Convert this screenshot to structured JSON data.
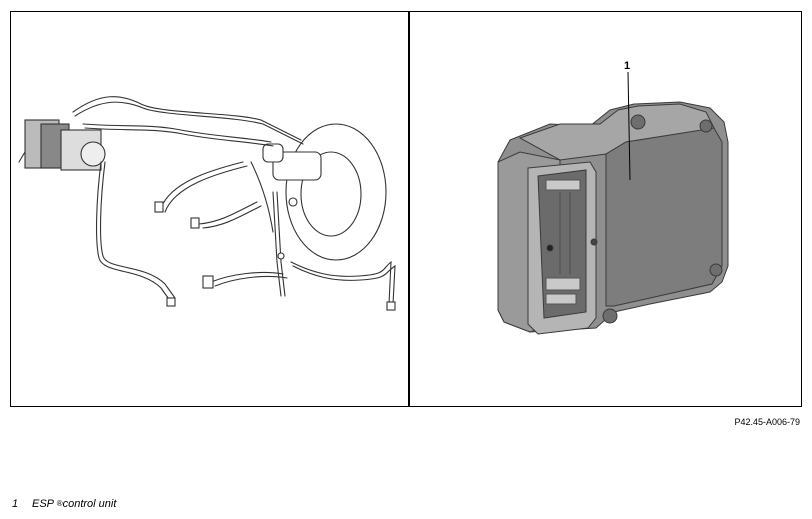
{
  "figure": {
    "callout_1": "1",
    "code": "P42.45-A006-79"
  },
  "legend": {
    "items": [
      {
        "number": "1",
        "text_before": "ESP",
        "reg": "®",
        "text_after": "control unit"
      }
    ]
  }
}
